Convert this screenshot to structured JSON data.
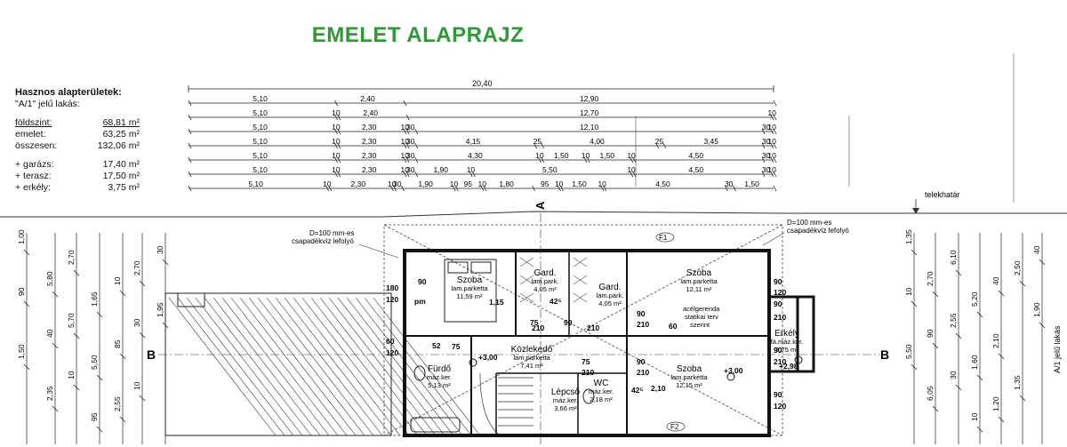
{
  "title": "EMELET ALAPRAJZ",
  "areas": {
    "heading": "Hasznos alapterületek:",
    "subheading": "\"A/1\" jelű lakás:",
    "rows1": [
      {
        "label": "földszint:",
        "value": "68,81 m²"
      },
      {
        "label": "emelet:",
        "value": "63,25 m²"
      },
      {
        "label": "összesen:",
        "value": "132,06 m²"
      }
    ],
    "rows2": [
      {
        "label": "+ garázs:",
        "value": "17,40 m²"
      },
      {
        "label": "+ terasz:",
        "value": "17,50 m²"
      },
      {
        "label": "+ erkély:",
        "value": "3,75 m²"
      }
    ]
  },
  "dimensions": {
    "total": "20,40",
    "rows": [
      [
        "5,10",
        "2,40",
        "12,90"
      ],
      [
        "5,10",
        "10",
        "2,40",
        "12,70",
        "10"
      ],
      [
        "5,10",
        "10",
        "2,30",
        "10",
        "30",
        "12,10",
        "30",
        "10"
      ],
      [
        "5,10",
        "10",
        "2,30",
        "10",
        "30",
        "4,15",
        "25",
        "4,00",
        "25",
        "3,45",
        "30",
        "10"
      ],
      [
        "5,10",
        "10",
        "2,30",
        "10",
        "30",
        "4,30",
        "10",
        "1,50",
        "10",
        "1,50",
        "10",
        "4,50",
        "30",
        "10"
      ],
      [
        "5,10",
        "10",
        "2,30",
        "10",
        "30",
        "1,90",
        "10",
        "5,50",
        "10",
        "4,50",
        "30",
        "10"
      ],
      [
        "5,10",
        "10",
        "2,30",
        "10",
        "30",
        "1,90",
        "10",
        "95",
        "10",
        "1,80",
        "95",
        "10",
        "1,50",
        "10",
        "4,50",
        "30",
        "1,50"
      ]
    ]
  },
  "labels": {
    "telekhatar": "telekhatár",
    "section_a": "A",
    "section_b": "B",
    "drain_left": [
      "D=100 mm-es",
      "csapadékvíz lefolyó"
    ],
    "drain_right": [
      "D=100 mm-es",
      "csapadékvíz lefolyó"
    ],
    "f1": "F1",
    "f2": "F2",
    "steel_beam": [
      "acélgerenda",
      "statikai terv",
      "szerint"
    ],
    "side_label": "A/1 jelű lakás",
    "level": "+3,00",
    "level_balcony": "+2,98"
  },
  "rooms": [
    {
      "name": "Szoba",
      "floor": "lam.parketta",
      "area": "11,59 m²"
    },
    {
      "name": "Gard.",
      "floor": "lam.park.",
      "area": "4,05 m²"
    },
    {
      "name": "Gard.",
      "floor": "lam.park.",
      "area": "4,05 m²"
    },
    {
      "name": "Szoba",
      "floor": "lam.parketta",
      "area": "12,11 m²"
    },
    {
      "name": "Közlekedő",
      "floor": "lam.parketta",
      "area": "7,41 m²"
    },
    {
      "name": "Fürdő",
      "floor": "máz.ker.",
      "area": "5,13 m²"
    },
    {
      "name": "Lépcső",
      "floor": "máz.ker.",
      "area": "3,66 m²"
    },
    {
      "name": "WC",
      "floor": "máz.ker.",
      "area": "2,18 m²"
    },
    {
      "name": "Szoba",
      "floor": "lam.parketta",
      "area": "12,15 m²"
    },
    {
      "name": "Erkély",
      "floor": "fá.máz.ker.",
      "area": "3,75 m²"
    }
  ],
  "door_marks": [
    "180",
    "120",
    "90",
    "pm",
    "60",
    "120",
    "75",
    "52",
    "1,15",
    "75",
    "210",
    "90",
    "210",
    "42⁵",
    "90",
    "210",
    "60",
    "75",
    "210",
    "90",
    "210",
    "42⁵",
    "2,10",
    "90",
    "120",
    "90",
    "210",
    "90",
    "210",
    "90",
    "120"
  ],
  "left_verticals": [
    "1,00",
    "5,80",
    "5,70",
    "5,50",
    "2,55",
    "2,70",
    "1,95",
    "1,50",
    "2,35",
    "2,70",
    "1,65",
    "85",
    "10",
    "30",
    "90",
    "40",
    "10",
    "95",
    "10",
    "30"
  ],
  "right_verticals": [
    "1,35",
    "2,70",
    "2,55",
    "1,60",
    "1,20",
    "2,50",
    "1,90",
    "5,50",
    "6,05",
    "6,10",
    "5,20",
    "2,10",
    "1,35",
    "40",
    "10",
    "90",
    "30",
    "10",
    "40"
  ]
}
